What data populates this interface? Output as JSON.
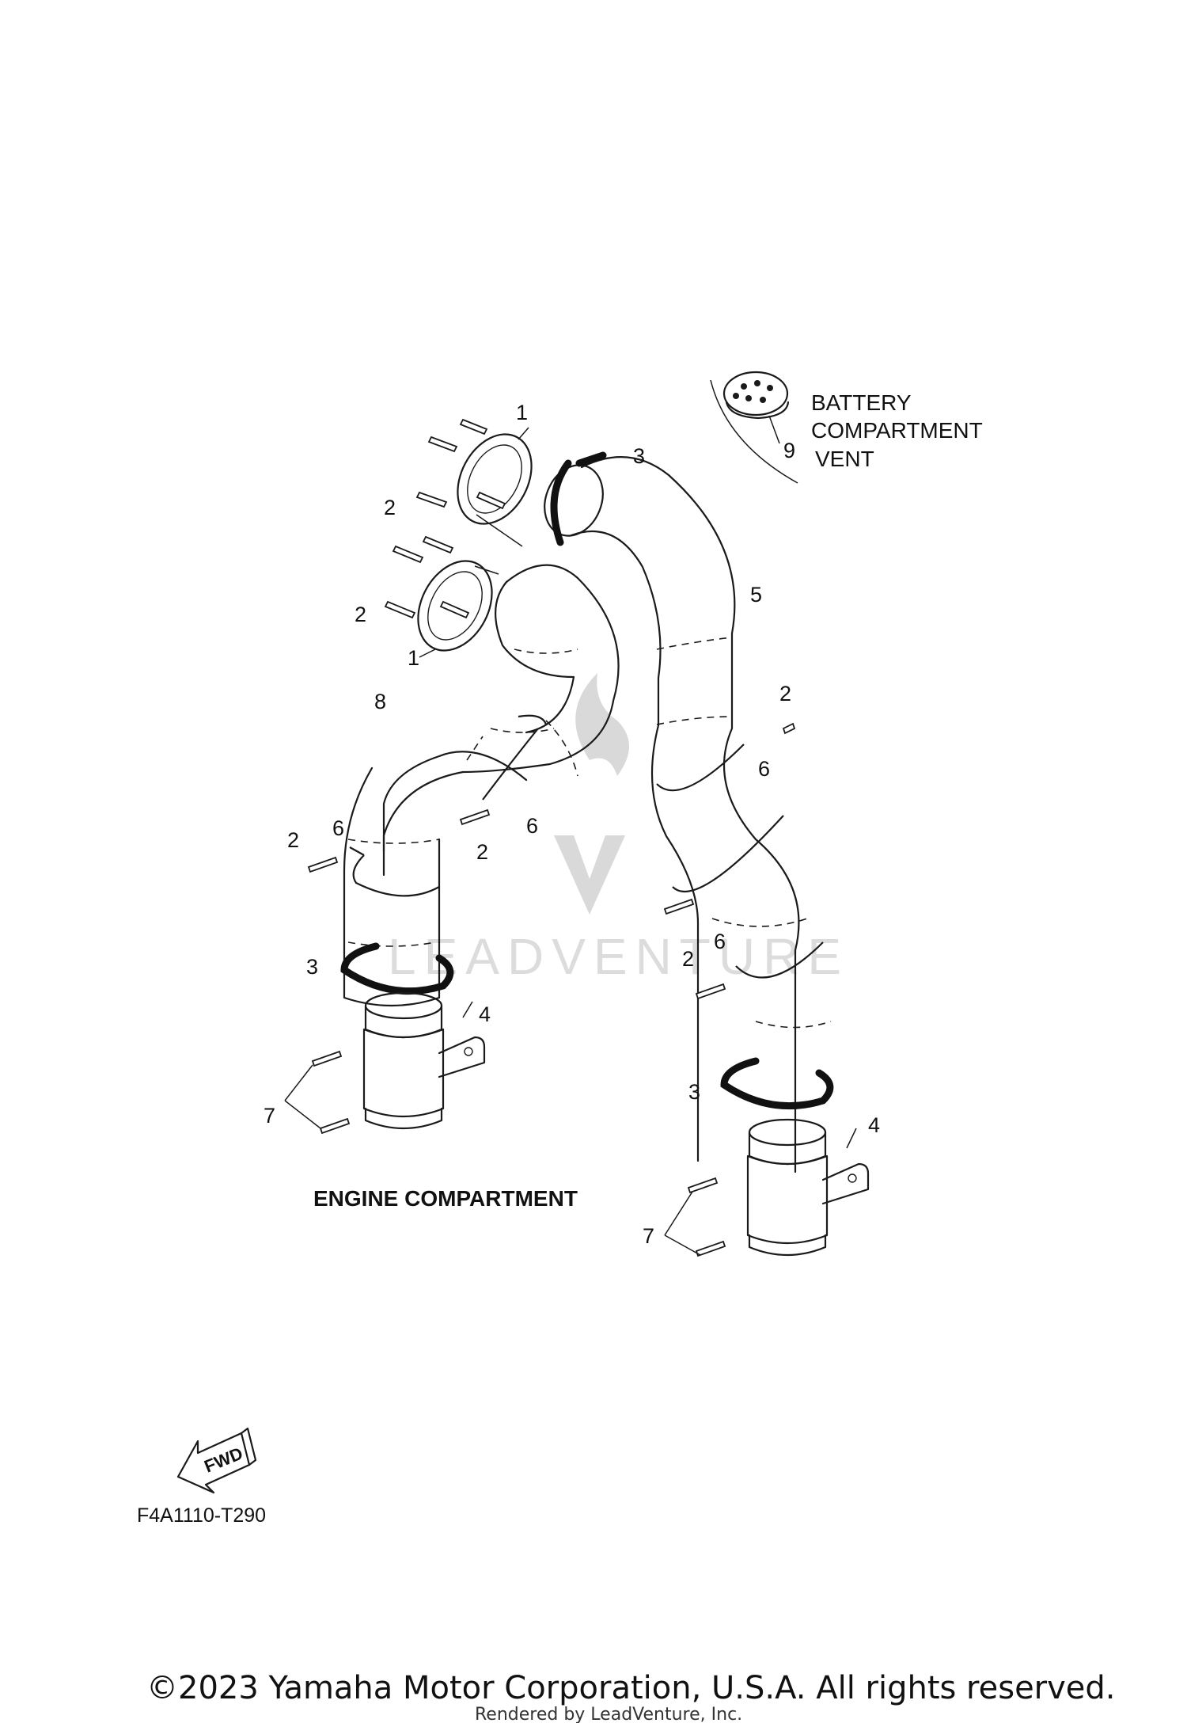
{
  "labels": {
    "battery_vent": [
      "BATTERY",
      "COMPARTMENT",
      "VENT"
    ],
    "engine_compartment": "ENGINE COMPARTMENT",
    "fwd": "FWD",
    "diagram_code": "F4A1110-T290",
    "watermark": "LEADVENTURE"
  },
  "callouts": [
    "1",
    "1",
    "2",
    "2",
    "2",
    "2",
    "2",
    "2",
    "3",
    "3",
    "3",
    "4",
    "4",
    "5",
    "6",
    "6",
    "6",
    "6",
    "7",
    "7",
    "8",
    "9"
  ],
  "footer": {
    "copyright": "©2023 Yamaha Motor Corporation, U.S.A. All rights reserved.",
    "rendered_by": "Rendered by LeadVenture, Inc."
  },
  "colors": {
    "line": "#1a1a1a",
    "watermark": "#d9d9d9",
    "background": "#ffffff"
  }
}
